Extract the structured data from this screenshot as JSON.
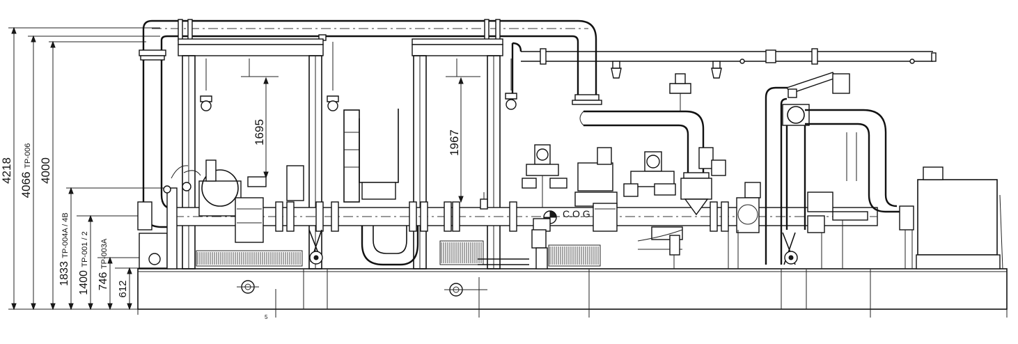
{
  "drawing": {
    "elevations": [
      {
        "value": "4218",
        "tag": ""
      },
      {
        "value": "4066",
        "tag": "TP-006"
      },
      {
        "value": "4000",
        "tag": ""
      },
      {
        "value": "1833",
        "tag": "TP-004A / 4B"
      },
      {
        "value": "1400",
        "tag": "TP-001 / 2"
      },
      {
        "value": "746",
        "tag": "TP-003A"
      },
      {
        "value": "612",
        "tag": ""
      }
    ],
    "dim_left_frame": "1695",
    "dim_right_frame": "1967",
    "cog_label": "C.O.G",
    "small_dim": "5"
  }
}
